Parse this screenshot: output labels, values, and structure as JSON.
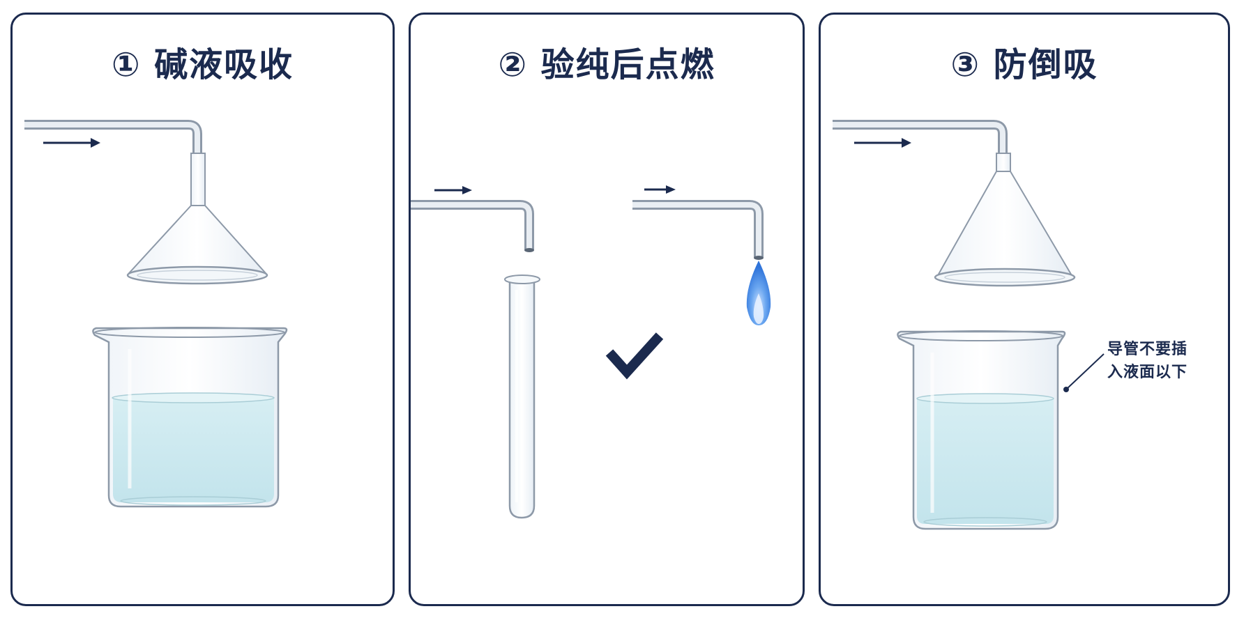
{
  "panels": [
    {
      "title": "① 碱液吸收",
      "icons": [
        "gas-flow-arrow-icon",
        "funnel-icon",
        "beaker-with-alkali-solution-icon"
      ]
    },
    {
      "title": "② 验纯后点燃",
      "icons": [
        "gas-flow-arrow-icon",
        "test-tube-icon",
        "checkmark-icon",
        "blue-flame-icon"
      ]
    },
    {
      "title": "③ 防倒吸",
      "icons": [
        "gas-flow-arrow-icon",
        "funnel-icon",
        "beaker-icon"
      ],
      "note": {
        "line1": "导管不要插",
        "line2": "入液面以下"
      }
    }
  ],
  "colors": {
    "border": "#1b2a4e",
    "liquid": "#cfeaf0",
    "flame": "#3f84e6",
    "check": "#1b2a4e"
  }
}
